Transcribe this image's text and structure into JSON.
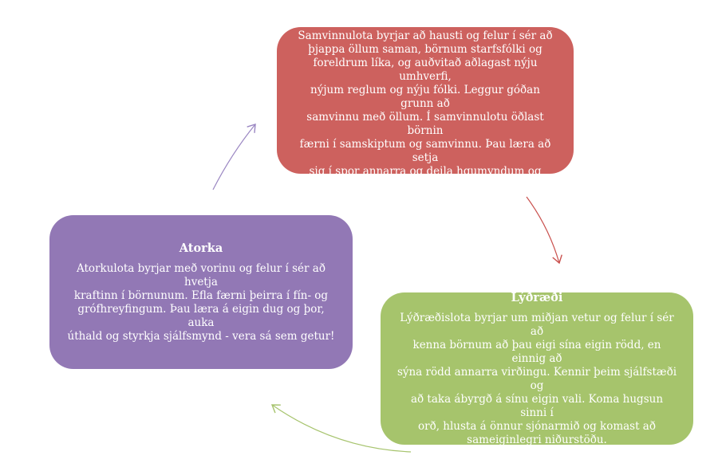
{
  "diagram": {
    "colors": {
      "samvinna": "#cd615e",
      "atorka": "#9278b5",
      "lydraedi": "#a6c46c",
      "arrow_red": "#c9504d",
      "arrow_purple": "#9a86c2",
      "arrow_green": "#a7c46e"
    },
    "nodes": {
      "samvinna": {
        "title": "Samvinna",
        "lines": [
          "Samvinnulota byrjar að hausti og felur í sér að",
          "þjappa öllum saman, börnum starfsfólki og",
          "foreldrum líka, og auðvitað aðlagast nýju umhverfi,",
          "nýjum reglum og nýju fólki. Leggur góðan grunn að",
          "samvinnu með öllum. Í samvinnulotu öðlast börnin",
          "færni í samskiptum og samvinnu. Þau læra að setja",
          "sig í spor annarra og deila hgumyndum og efnivið."
        ]
      },
      "atorka": {
        "title": "Atorka",
        "lines": [
          "Atorkulota byrjar með vorinu og felur í sér að hvetja",
          "kraftinn í börnunum. Efla færni þeirra í fín- og",
          "grófhreyfingum. Þau læra á eigin dug og þor, auka",
          "úthald og styrkja sjálfsmynd - vera sá sem getur!"
        ]
      },
      "lydraedi": {
        "title": "Lýðræði",
        "lines": [
          "Lýðræðislota byrjar um miðjan vetur og felur í sér að",
          "kenna börnum að þau eigi sína eigin rödd, en einnig að",
          "sýna rödd annarra virðingu. Kennir þeim sjálfstæði og",
          "að taka ábyrgð á sínu eigin vali. Koma hugsun sinni í",
          "orð, hlusta á önnur sjónarmið og komast að",
          "sameiginlegri niðurstöðu."
        ]
      }
    }
  }
}
